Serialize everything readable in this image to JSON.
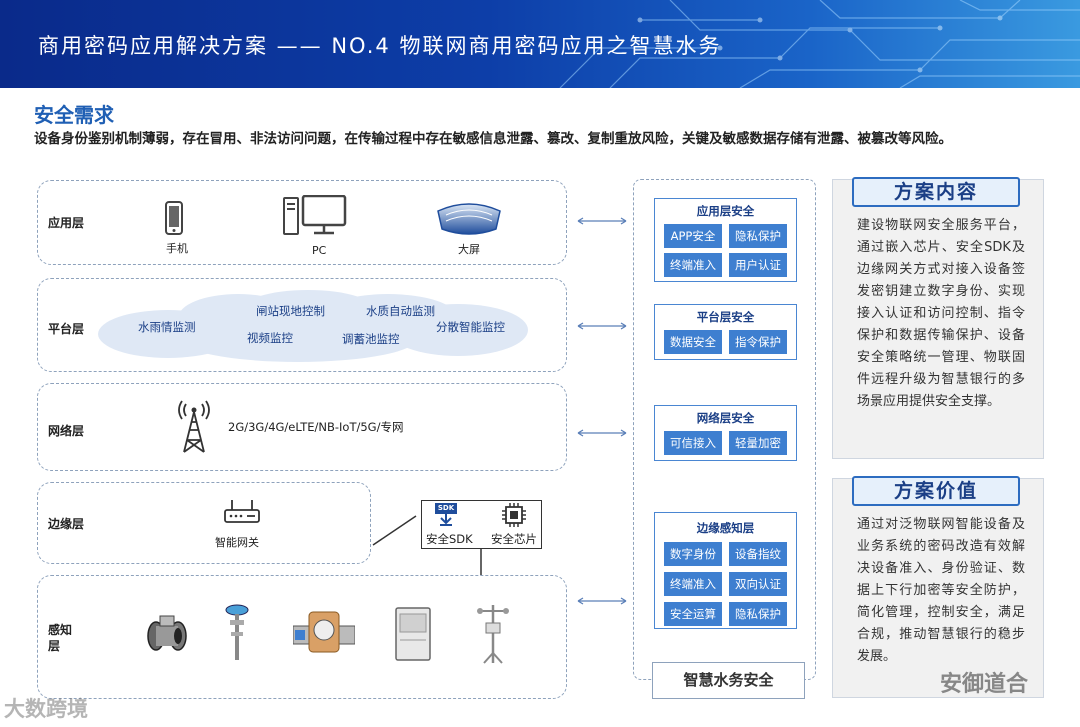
{
  "banner": {
    "title": "商用密码应用解决方案 —— NO.4 物联网商用密码应用之智慧水务"
  },
  "section": {
    "title": "安全需求",
    "intro": "设备身份鉴别机制薄弱，存在冒用、非法访问问题，在传输过程中存在敏感信息泄露、篡改、复制重放风险，关键及敏感数据存储有泄露、被篡改等风险。"
  },
  "layers": {
    "app": {
      "label": "应用层",
      "items": [
        "手机",
        "PC",
        "大屏"
      ]
    },
    "platform": {
      "label": "平台层",
      "items": [
        "水雨情监测",
        "闸站现地控制",
        "视频监控",
        "水质自动监测",
        "调蓄池监控",
        "分散智能监控"
      ]
    },
    "network": {
      "label": "网络层",
      "text": "2G/3G/4G/eLTE/NB-IoT/5G/专网"
    },
    "edge": {
      "label": "边缘层",
      "gateway": "智能网关",
      "sdk_label": "安全SDK",
      "chip_label": "安全芯片",
      "sdk_icon_text": "SDK"
    },
    "sensing": {
      "label": "感知层"
    }
  },
  "security": {
    "app": {
      "title": "应用层安全",
      "chips": [
        "APP安全",
        "隐私保护",
        "终端准入",
        "用户认证"
      ]
    },
    "platform": {
      "title": "平台层安全",
      "chips": [
        "数据安全",
        "指令保护"
      ]
    },
    "network": {
      "title": "网络层安全",
      "chips": [
        "可信接入",
        "轻量加密"
      ]
    },
    "edge": {
      "title": "边缘感知层",
      "chips": [
        "数字身份",
        "设备指纹",
        "终端准入",
        "双向认证",
        "安全运算",
        "隐私保护"
      ]
    },
    "footer": "智慧水务安全"
  },
  "panels": {
    "content": {
      "title": "方案内容",
      "body": "建设物联网安全服务平台，通过嵌入芯片、安全SDK及边缘网关方式对接入设备签发密钥建立数字身份、实现接入认证和访问控制、指令保护和数据传输保护、设备安全策略统一管理、物联固件远程升级为智慧银行的多场景应用提供安全支撑。"
    },
    "value": {
      "title": "方案价值",
      "body": "通过对泛物联网智能设备及业务系统的密码改造有效解决设备准入、身份验证、数据上下行加密等安全防护，简化管理，控制安全，满足合规，推动智慧银行的稳步发展。"
    }
  },
  "watermarks": {
    "left": "大数跨境",
    "right": "安御道合"
  },
  "colors": {
    "banner": "#0d3ea8",
    "accent": "#1f5fb4",
    "chip": "#3e7fd0"
  }
}
